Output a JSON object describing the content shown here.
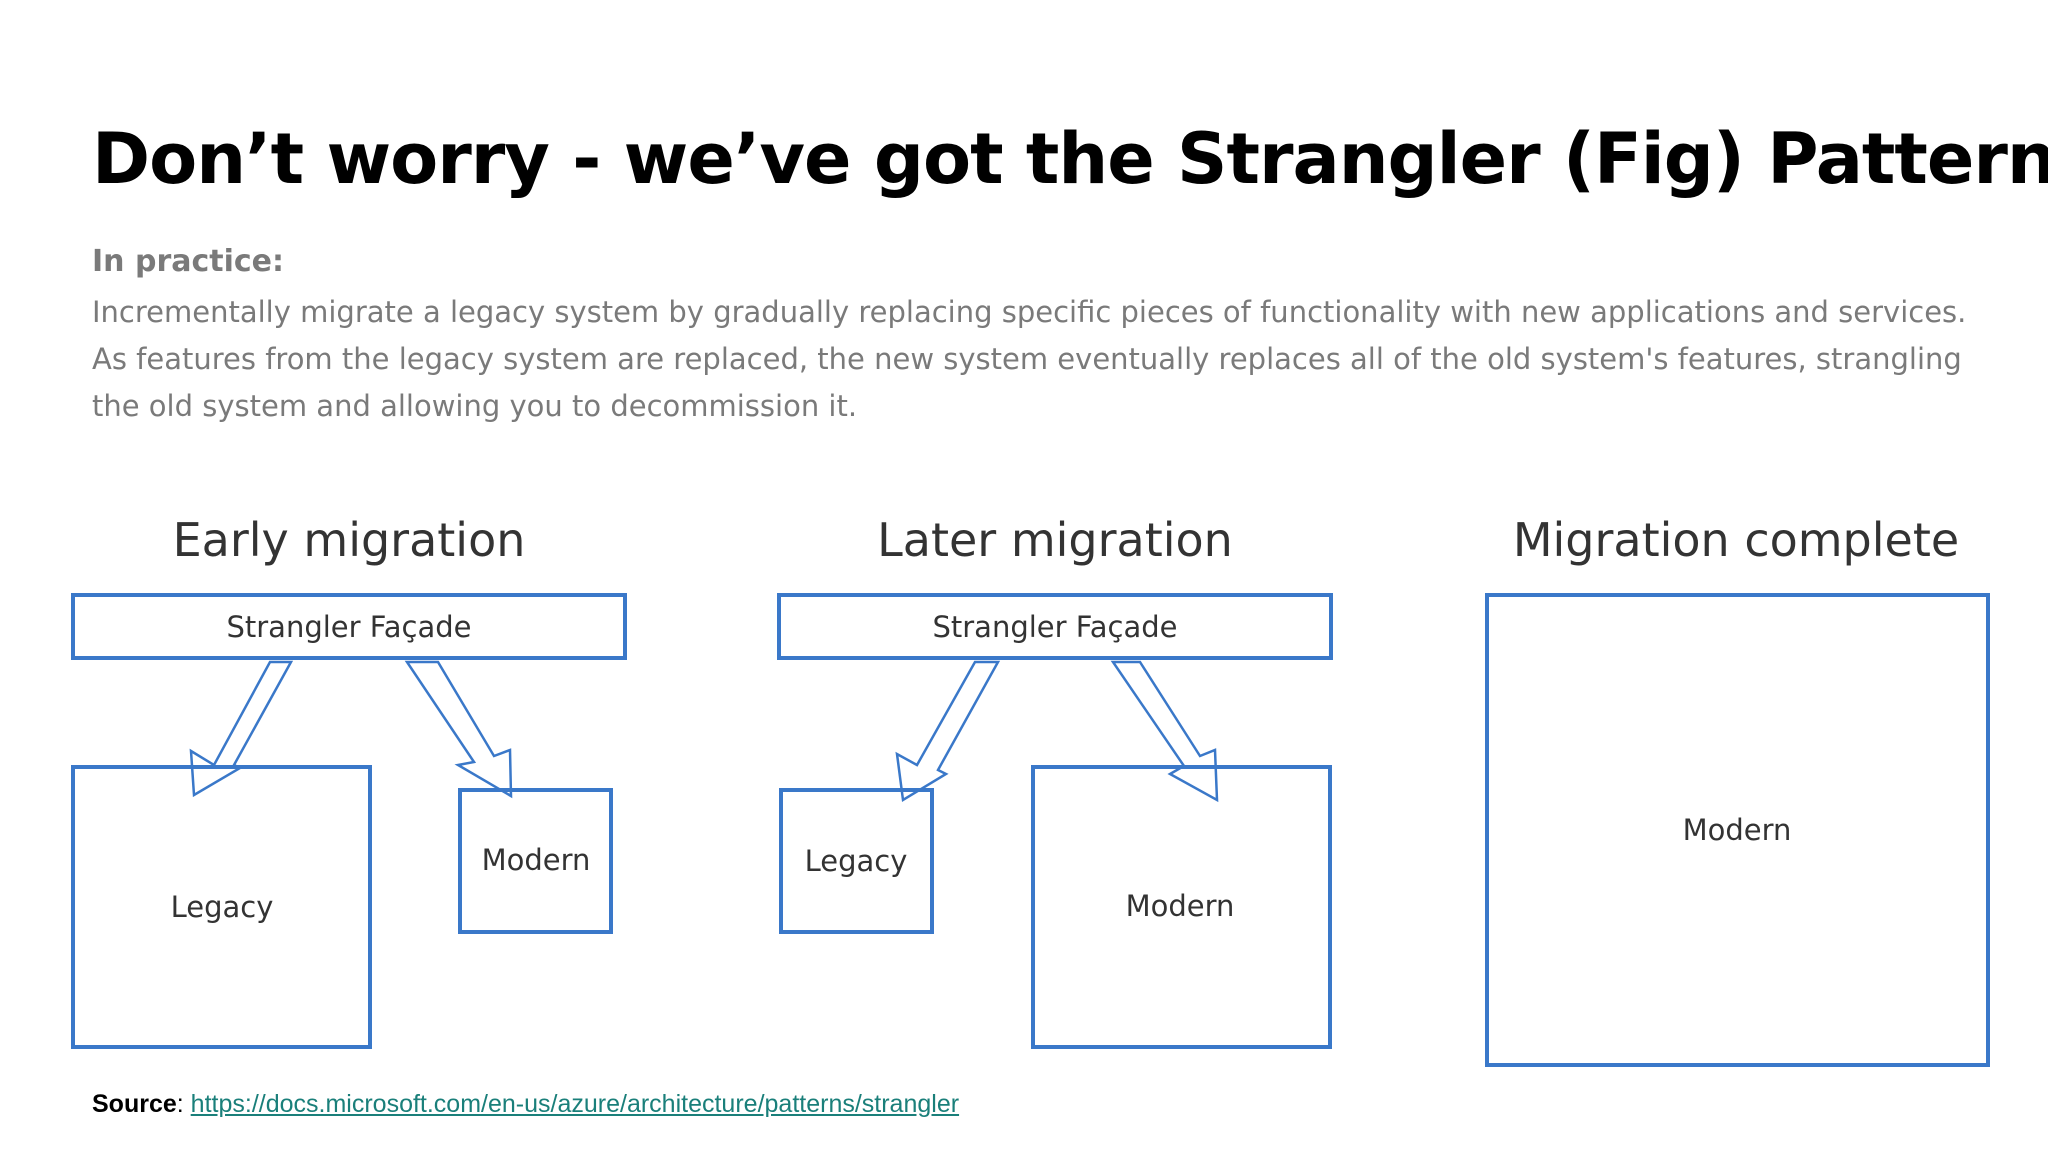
{
  "slide": {
    "title": "Don’t worry - we’ve got the Strangler (Fig) Pattern!",
    "subtitle": "In practice:",
    "body": "Incrementally migrate a legacy system by gradually replacing specific pieces of functionality with new applications and services. As features from the legacy system are replaced, the new system eventually replaces all of the old system's features, strangling the old system and allowing you to decommission it."
  },
  "diagram": {
    "panels": [
      {
        "title": "Early migration",
        "facade": "Strangler Façade",
        "legacy": "Legacy",
        "modern": "Modern"
      },
      {
        "title": "Later migration",
        "facade": "Strangler Façade",
        "legacy": "Legacy",
        "modern": "Modern"
      },
      {
        "title": "Migration complete",
        "modern": "Modern"
      }
    ],
    "colors": {
      "box_stroke": "#3a78c9",
      "text": "#333333"
    }
  },
  "source": {
    "label": "Source",
    "url": "https://docs.microsoft.com/en-us/azure/architecture/patterns/strangler"
  }
}
